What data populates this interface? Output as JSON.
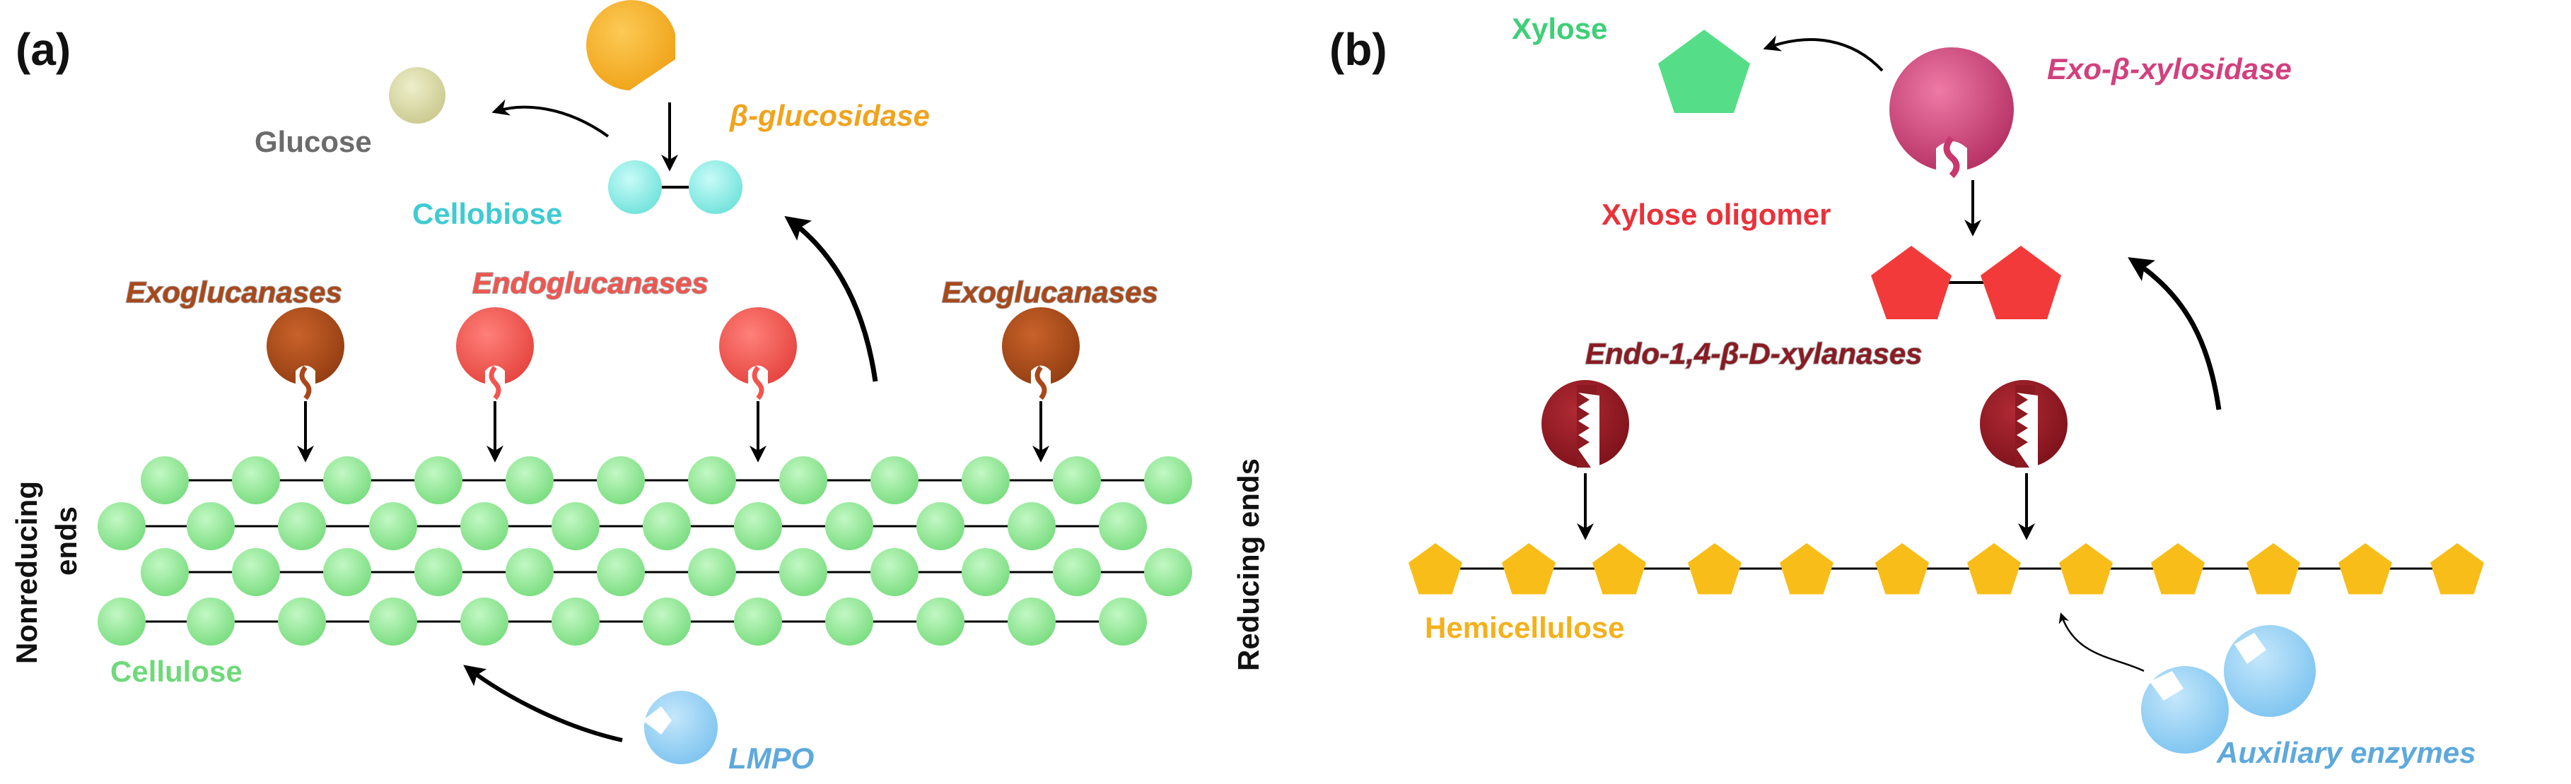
{
  "panel_a": {
    "label": "(a)",
    "glucose": "Glucose",
    "beta_glucosidase": "β-glucosidase",
    "cellobiose": "Cellobiose",
    "exoglucanases_left": "Exoglucanases",
    "endoglucanases": "Endoglucanases",
    "exoglucanases_right": "Exoglucanases",
    "nonreducing_line1": "Nonreducing",
    "nonreducing_line2": "ends",
    "reducing_ends": "Reducing ends",
    "cellulose": "Cellulose",
    "lmpo": "LMPO"
  },
  "panel_b": {
    "label": "(b)",
    "xylose": "Xylose",
    "exo_beta_xylosidase": "Exo-β-xylosidase",
    "xylose_oligomer": "Xylose oligomer",
    "endo_xylanases": "Endo-1,4-β-D-xylanases",
    "hemicellulose": "Hemicellulose",
    "auxiliary_enzymes": "Auxiliary enzymes"
  },
  "colors": {
    "glucose": "#d8d8a4",
    "cellobiose": "#8ff0ea",
    "beta_glucosidase": "#f6b026",
    "exoglucanase": "#a9481a",
    "endoglucanase": "#f2554f",
    "cellulose_unit": "#8eea92",
    "lmpo": "#8ecdf3",
    "xylose": "#55dd88",
    "exo_xylosidase": "#c8386e",
    "xylose_oligomer": "#f23a3a",
    "endo_xylanase": "#8b1a22",
    "hemicellulose_unit": "#f8bd18",
    "auxiliary": "#8ccdf3"
  }
}
